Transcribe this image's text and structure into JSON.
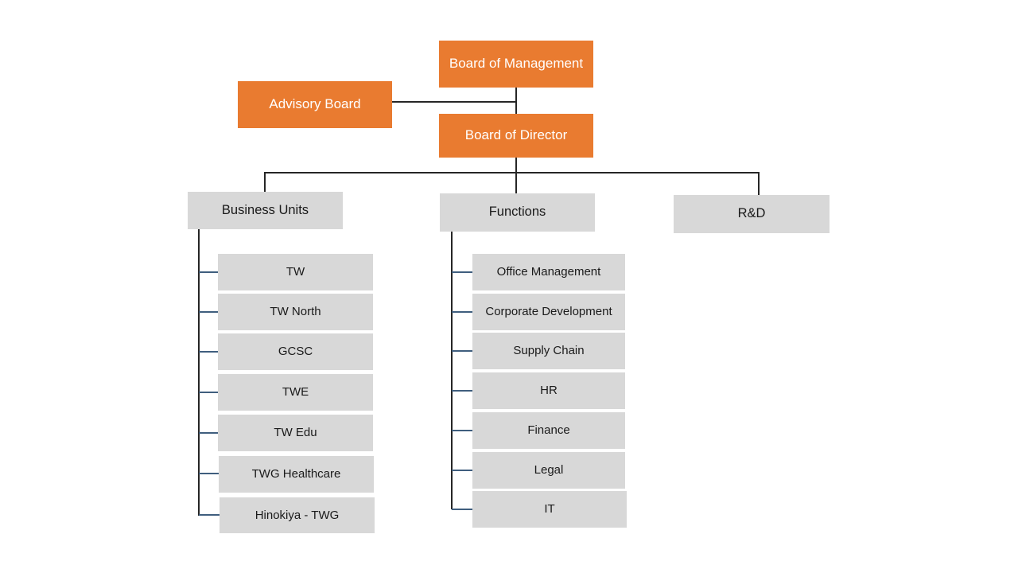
{
  "chart_data": {
    "type": "diagram",
    "diagram_kind": "organization-chart",
    "title": "",
    "colors": {
      "executive_box": "#E97B30",
      "executive_text": "#FFFFFF",
      "unit_box": "#D8D8D8",
      "unit_text": "#1A1A1A",
      "main_connector": "#262626",
      "branch_connector": "#3F5E7E",
      "background": "#FFFFFF"
    },
    "nodes": [
      {
        "id": "board-of-management",
        "label": "Board of Management",
        "level": 0,
        "style": "orange"
      },
      {
        "id": "advisory-board",
        "label": "Advisory Board",
        "level": 0,
        "style": "orange"
      },
      {
        "id": "board-of-director",
        "label": "Board of Director",
        "level": 1,
        "style": "orange"
      },
      {
        "id": "business-units",
        "label": "Business Units",
        "level": 2,
        "style": "gray"
      },
      {
        "id": "functions",
        "label": "Functions",
        "level": 2,
        "style": "gray"
      },
      {
        "id": "rnd",
        "label": "R&D",
        "level": 2,
        "style": "gray"
      }
    ],
    "edges": [
      {
        "from": "board-of-management",
        "to": "board-of-director"
      },
      {
        "from": "advisory-board",
        "to": "board-of-management"
      },
      {
        "from": "board-of-director",
        "to": "business-units"
      },
      {
        "from": "board-of-director",
        "to": "functions"
      },
      {
        "from": "board-of-director",
        "to": "rnd"
      }
    ]
  },
  "executive": {
    "board_of_management": "Board of Management",
    "advisory_board": "Advisory Board",
    "board_of_director": "Board of Director"
  },
  "columns": [
    {
      "id": "business-units",
      "header": "Business Units",
      "items": [
        {
          "label": "TW"
        },
        {
          "label": "TW North"
        },
        {
          "label": "GCSC"
        },
        {
          "label": "TWE"
        },
        {
          "label": "TW Edu"
        },
        {
          "label": "TWG Healthcare"
        },
        {
          "label": "Hinokiya - TWG"
        }
      ]
    },
    {
      "id": "functions",
      "header": "Functions",
      "items": [
        {
          "label": "Office Management"
        },
        {
          "label": "Corporate Development"
        },
        {
          "label": "Supply Chain"
        },
        {
          "label": "HR"
        },
        {
          "label": "Finance"
        },
        {
          "label": "Legal"
        },
        {
          "label": "IT"
        }
      ]
    },
    {
      "id": "rnd",
      "header": "R&D",
      "items": []
    }
  ]
}
